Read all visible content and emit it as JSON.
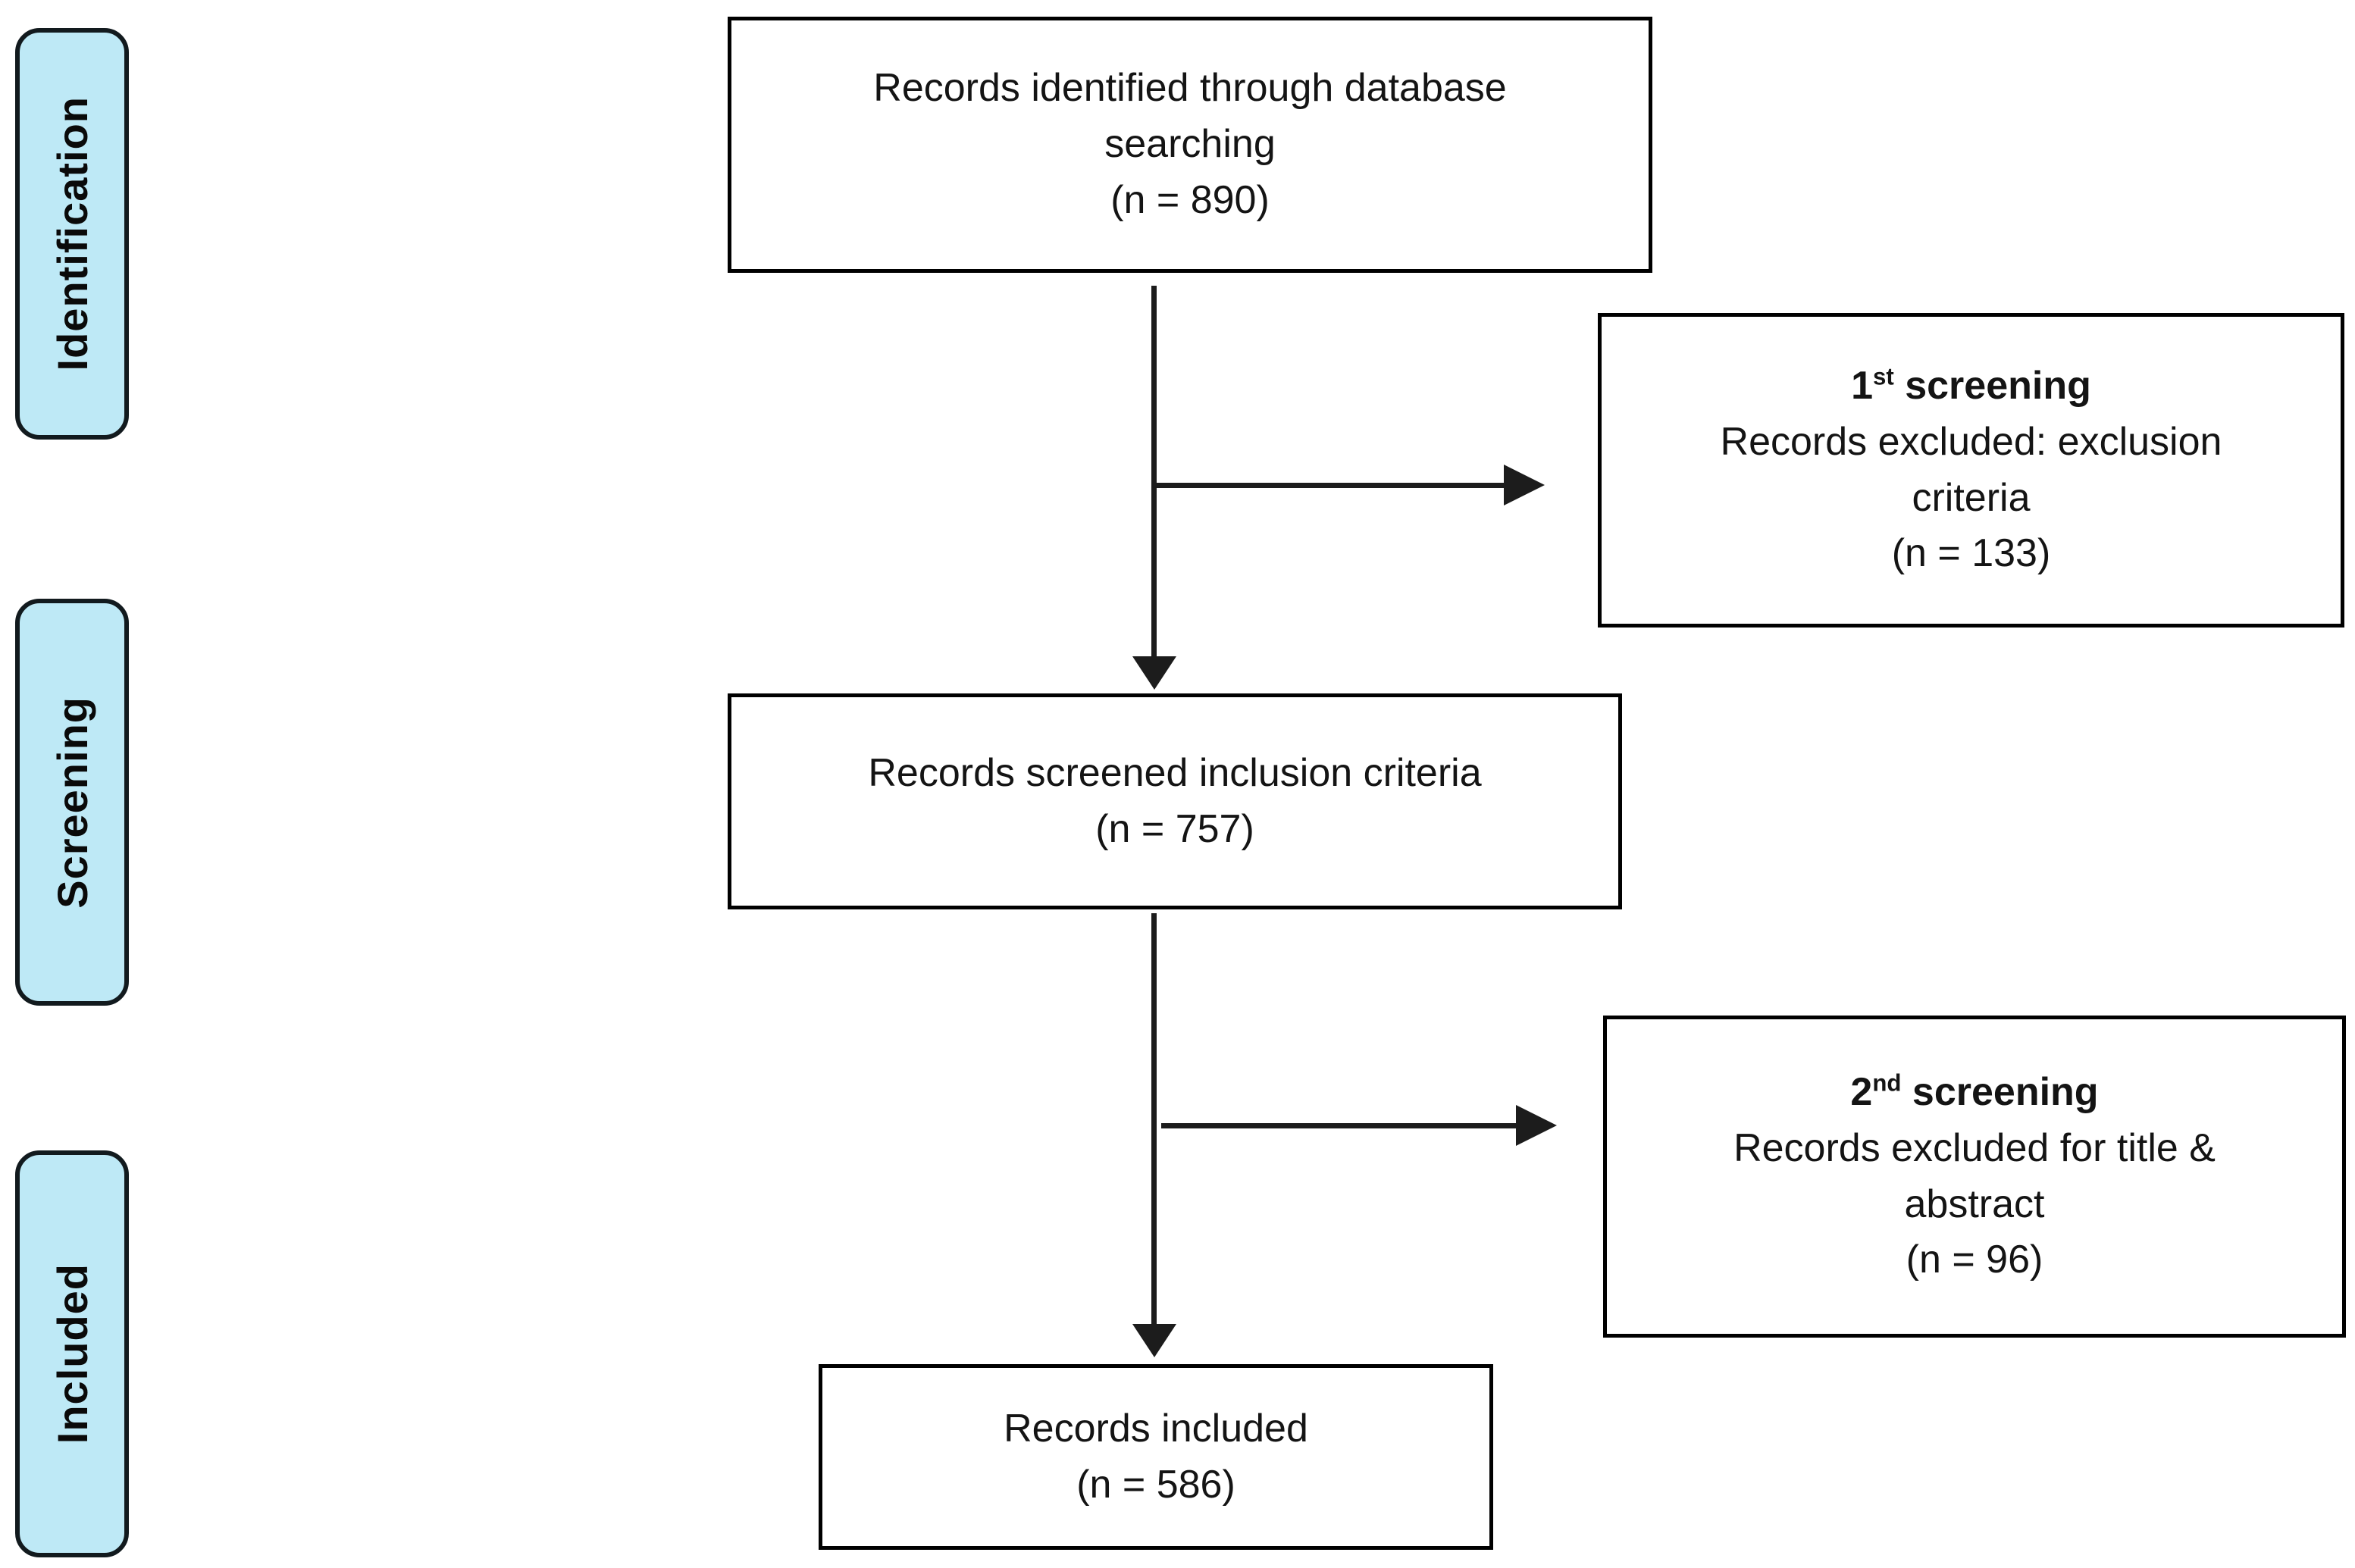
{
  "figure": {
    "type": "prisma-flow-diagram",
    "description": "Records screening flow diagram"
  },
  "stages": [
    {
      "id": "identification",
      "label": "Identification"
    },
    {
      "id": "screening",
      "label": "Screening"
    },
    {
      "id": "included",
      "label": "Included"
    }
  ],
  "boxes": {
    "identified": {
      "text": "Records identified through database searching",
      "count": "(n = 890)"
    },
    "first_screening": {
      "ordinal": "1",
      "ordinal_suffix": "st",
      "title_rest": " screening",
      "text": "Records excluded: exclusion criteria",
      "count": "(n = 133)"
    },
    "screened": {
      "text": "Records screened inclusion criteria",
      "count": "(n = 757)"
    },
    "second_screening": {
      "ordinal": "2",
      "ordinal_suffix": "nd",
      "title_rest": " screening",
      "text": "Records excluded for title & abstract",
      "count": "(n = 96)"
    },
    "included": {
      "text": "Records included",
      "count": "(n = 586)"
    }
  },
  "colors": {
    "background": "#ffffff",
    "box_border": "#000000",
    "text": "#141414",
    "stage_fill": "#bee9f6",
    "arrow": "#1c1c1c"
  }
}
